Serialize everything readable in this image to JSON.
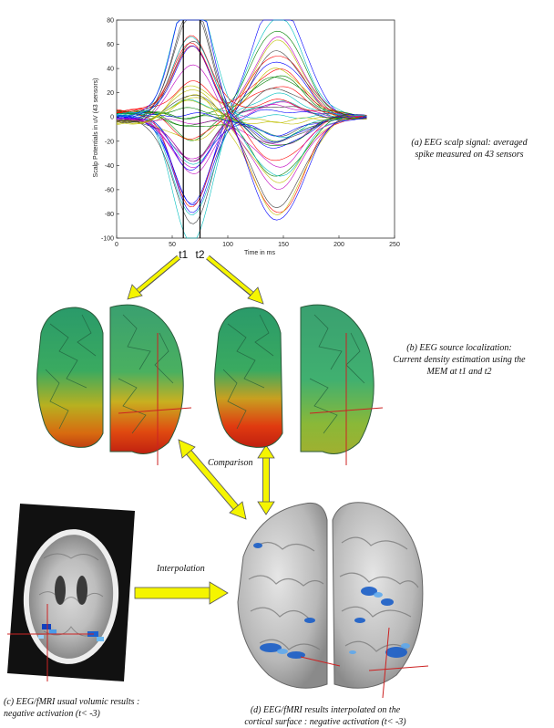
{
  "chart_data": {
    "type": "line",
    "xlabel": "Time in ms",
    "ylabel": "Scalp Potentials in uV (43 sensors)",
    "xlim": [
      0,
      250
    ],
    "ylim": [
      -100,
      80
    ],
    "xticks": [
      0,
      50,
      100,
      150,
      200,
      250
    ],
    "yticks": [
      80,
      60,
      40,
      20,
      0,
      -20,
      -40,
      -60,
      -80,
      -100
    ],
    "markers": [
      {
        "label": "t1",
        "x": 60
      },
      {
        "label": "t2",
        "x": 75
      }
    ],
    "series_count": 43,
    "x_range": [
      0,
      225
    ]
  },
  "captions": {
    "a": "(a) EEG scalp signal: averaged spike measured on 43 sensors",
    "b": "(b) EEG source localization: Current density estimation using the MEM at t1 and t2",
    "c": "(c) EEG/fMRI usual volumic results : negative activation (t< -3)",
    "d": "(d) EEG/fMRI results interpolated on the cortical surface : negative activation (t< -3)"
  },
  "labels": {
    "comparison": "Comparison",
    "interpolation": "Interpolation"
  }
}
